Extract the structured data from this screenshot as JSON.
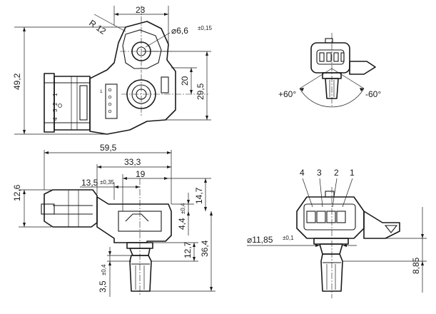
{
  "page_label": "",
  "dimensions": {
    "top_width": "23",
    "radius": "R 12",
    "hole_dia": "⌀6,6",
    "hole_dia_tol": "±0,15",
    "total_height": "49,2",
    "offset_20": "20",
    "offset_29_5": "29,5",
    "front_width": "59,5",
    "front_33_3": "33,3",
    "front_19": "19",
    "front_13_5": "13,5",
    "front_13_5_tol": "±0,35",
    "front_12_6": "12,6",
    "front_14_7": "14,7",
    "front_4_4": "4,4",
    "front_4_4_tol": "±0,4",
    "front_12_7": "12,7",
    "front_36_4": "36,4",
    "front_3_5": "3,5",
    "front_3_5_tol": "±0,4",
    "side_dia": "⌀11,85",
    "side_dia_tol": "±0,1",
    "side_8_85": "8,85"
  },
  "rotation": {
    "left": "+60°",
    "right": "-60°"
  },
  "pins": [
    "4",
    "3",
    "2",
    "1"
  ],
  "plate_pins": [
    "1",
    "2",
    "3",
    "4"
  ]
}
